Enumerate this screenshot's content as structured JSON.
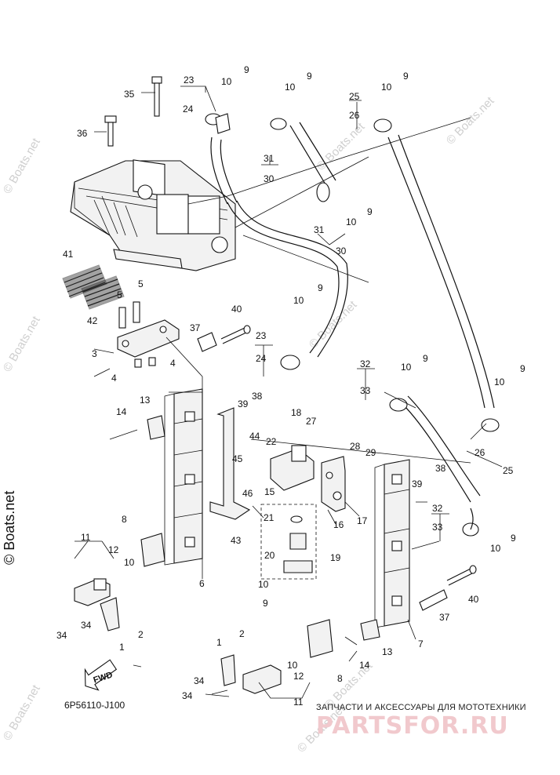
{
  "diagram_code": "6P56110-J100",
  "fwd_label": "FWD",
  "watermarks": [
    "© Boats.net",
    "© Boats.net",
    "© Boats.net",
    "© Boats.net",
    "© Boats.net",
    "© Boats.net",
    "© Boats.net",
    "© Boats.net"
  ],
  "brand_watermark": "© Boats.net",
  "banner": {
    "tagline": "ЗАПЧАСТИ И АКСЕССУАРЫ ДЛЯ МОТОТЕХНИКИ",
    "logo_text": "PARTSFOR.RU"
  },
  "colors": {
    "ink": "#111111",
    "watermark": "#cfcfcf",
    "banner_logo": "#f1c9cd"
  },
  "callouts": [
    "35",
    "36",
    "23",
    "24",
    "10",
    "9",
    "10",
    "9",
    "25",
    "26",
    "10",
    "9",
    "31",
    "30",
    "9",
    "10",
    "31",
    "30",
    "41",
    "42",
    "5",
    "5",
    "3",
    "4",
    "4",
    "10",
    "9",
    "40",
    "37",
    "23",
    "24",
    "32",
    "33",
    "10",
    "9",
    "9",
    "10",
    "14",
    "13",
    "38",
    "39",
    "18",
    "27",
    "44",
    "45",
    "22",
    "28",
    "29",
    "46",
    "43",
    "15",
    "21",
    "17",
    "16",
    "20",
    "19",
    "10",
    "9",
    "39",
    "38",
    "32",
    "33",
    "10",
    "9",
    "26",
    "25",
    "8",
    "11",
    "12",
    "10",
    "6",
    "34",
    "34",
    "2",
    "1",
    "7",
    "40",
    "37",
    "13",
    "14",
    "2",
    "1",
    "8",
    "12",
    "10",
    "34",
    "34",
    "11"
  ]
}
